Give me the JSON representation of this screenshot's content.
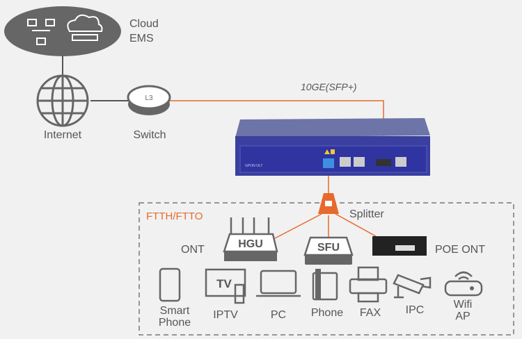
{
  "cloud": {
    "label_line1": "Cloud",
    "label_line2": "EMS"
  },
  "internet": {
    "label": "Internet"
  },
  "switch": {
    "label": "Switch",
    "badge": "L3"
  },
  "uplink": {
    "label": "10GE(SFP+)"
  },
  "olt": {
    "label": "GPON OLT"
  },
  "splitter": {
    "label": "Splitter"
  },
  "group": {
    "label": "FTTH/FTTO"
  },
  "ont": {
    "label": "ONT",
    "hgu": "HGU",
    "sfu": "SFU",
    "poe": "POE ONT"
  },
  "endpoints": {
    "smartphone_1": "Smart",
    "smartphone_2": "Phone",
    "iptv": "IPTV",
    "tv": "TV",
    "pc": "PC",
    "phone": "Phone",
    "fax": "FAX",
    "ipc": "IPC",
    "wifi_1": "Wifi",
    "wifi_2": "AP"
  },
  "colors": {
    "fiber": "#e8692c",
    "device": "#666666",
    "olt": "#3a3fa0",
    "background": "#f1f1f1"
  }
}
